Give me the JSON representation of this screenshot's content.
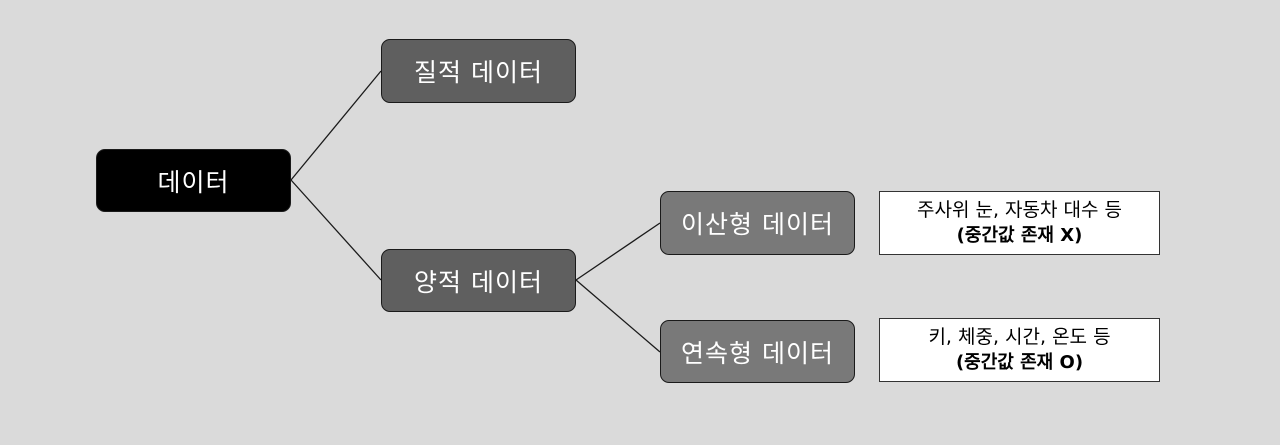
{
  "nodes": {
    "root": "데이터",
    "qualitative": "질적 데이터",
    "quantitative": "양적 데이터",
    "discrete": "이산형 데이터",
    "continuous": "연속형 데이터"
  },
  "notes": {
    "discrete": {
      "examples": "주사위 눈, 자동차 대수 등",
      "intermediate": "(중간값 존재 X)"
    },
    "continuous": {
      "examples": "키, 체중, 시간, 온도 등",
      "intermediate": "(중간값 존재 O)"
    }
  },
  "colors": {
    "background": "#dadada",
    "root_fill": "#000000",
    "level1_fill": "#5f5f5f",
    "level2_fill": "#797979",
    "note_fill": "#ffffff",
    "text_on_dark": "#ffffff"
  }
}
